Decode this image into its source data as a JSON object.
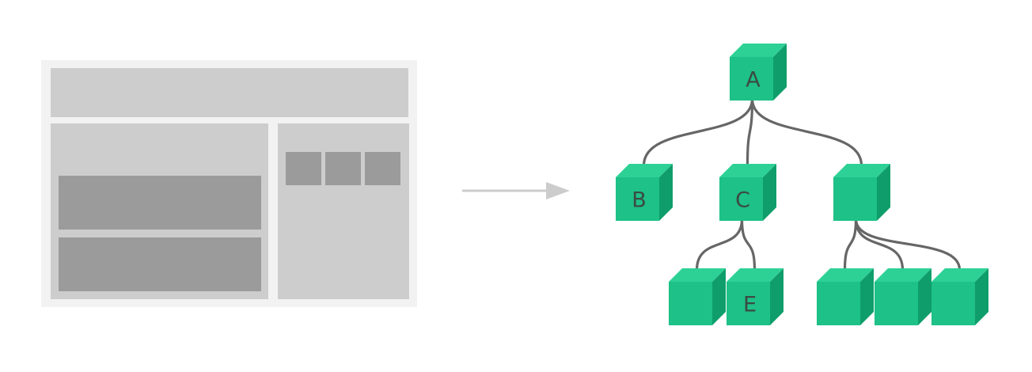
{
  "colors": {
    "page_background": "#ffffff",
    "layout_frame": "#f2f2f2",
    "layout_panel": "#cdcdcd",
    "layout_block": "#9b9b9b",
    "arrow": "#cccccc",
    "cube_front": "#1ec187",
    "cube_top": "#2dd196",
    "cube_side": "#0f9e6b",
    "connector": "#666666",
    "label": "#3a4a44"
  },
  "tree": {
    "nodes": [
      {
        "id": "root",
        "label": "A"
      },
      {
        "id": "child-1",
        "label": "B"
      },
      {
        "id": "child-2",
        "label": "C"
      },
      {
        "id": "child-3",
        "label": ""
      },
      {
        "id": "grandchild-1",
        "label": ""
      },
      {
        "id": "grandchild-2",
        "label": "E"
      },
      {
        "id": "grandchild-3",
        "label": ""
      },
      {
        "id": "grandchild-4",
        "label": ""
      },
      {
        "id": "grandchild-5",
        "label": ""
      }
    ],
    "edges": [
      [
        "root",
        "child-1"
      ],
      [
        "root",
        "child-2"
      ],
      [
        "root",
        "child-3"
      ],
      [
        "child-2",
        "grandchild-1"
      ],
      [
        "child-2",
        "grandchild-2"
      ],
      [
        "child-3",
        "grandchild-3"
      ],
      [
        "child-3",
        "grandchild-4"
      ],
      [
        "child-3",
        "grandchild-5"
      ]
    ]
  }
}
